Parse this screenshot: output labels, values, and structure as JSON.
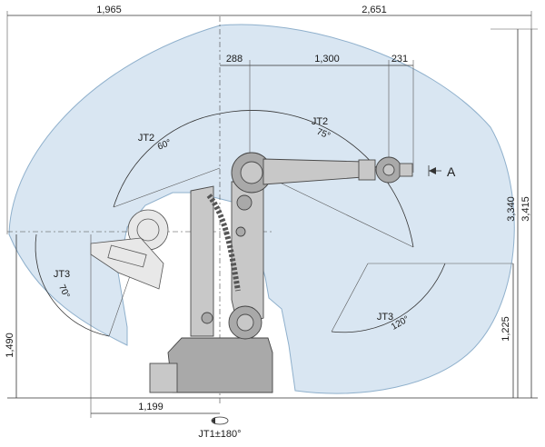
{
  "dimensions": {
    "left_reach": "1,965",
    "right_reach": "2,651",
    "offset_288": "288",
    "arm_1300": "1,300",
    "wrist_231": "231",
    "height_3340": "3,340",
    "height_3415": "3,415",
    "height_1225": "1,225",
    "height_1490": "1,490",
    "base_1199": "1,199"
  },
  "labels": {
    "jt2_left": "JT2",
    "jt2_left_angle": "60°",
    "jt2_right": "JT2",
    "jt2_right_angle": "75°",
    "jt3_left": "JT3",
    "jt3_left_angle": "70°",
    "jt3_right": "JT3",
    "jt3_right_angle": "120°",
    "view_a": "A",
    "jt1": "JT1±180°"
  },
  "colors": {
    "envelope_fill": "#d9e6f2",
    "envelope_stroke": "#8fb0cc",
    "robot_fill": "#c8c8c8"
  }
}
